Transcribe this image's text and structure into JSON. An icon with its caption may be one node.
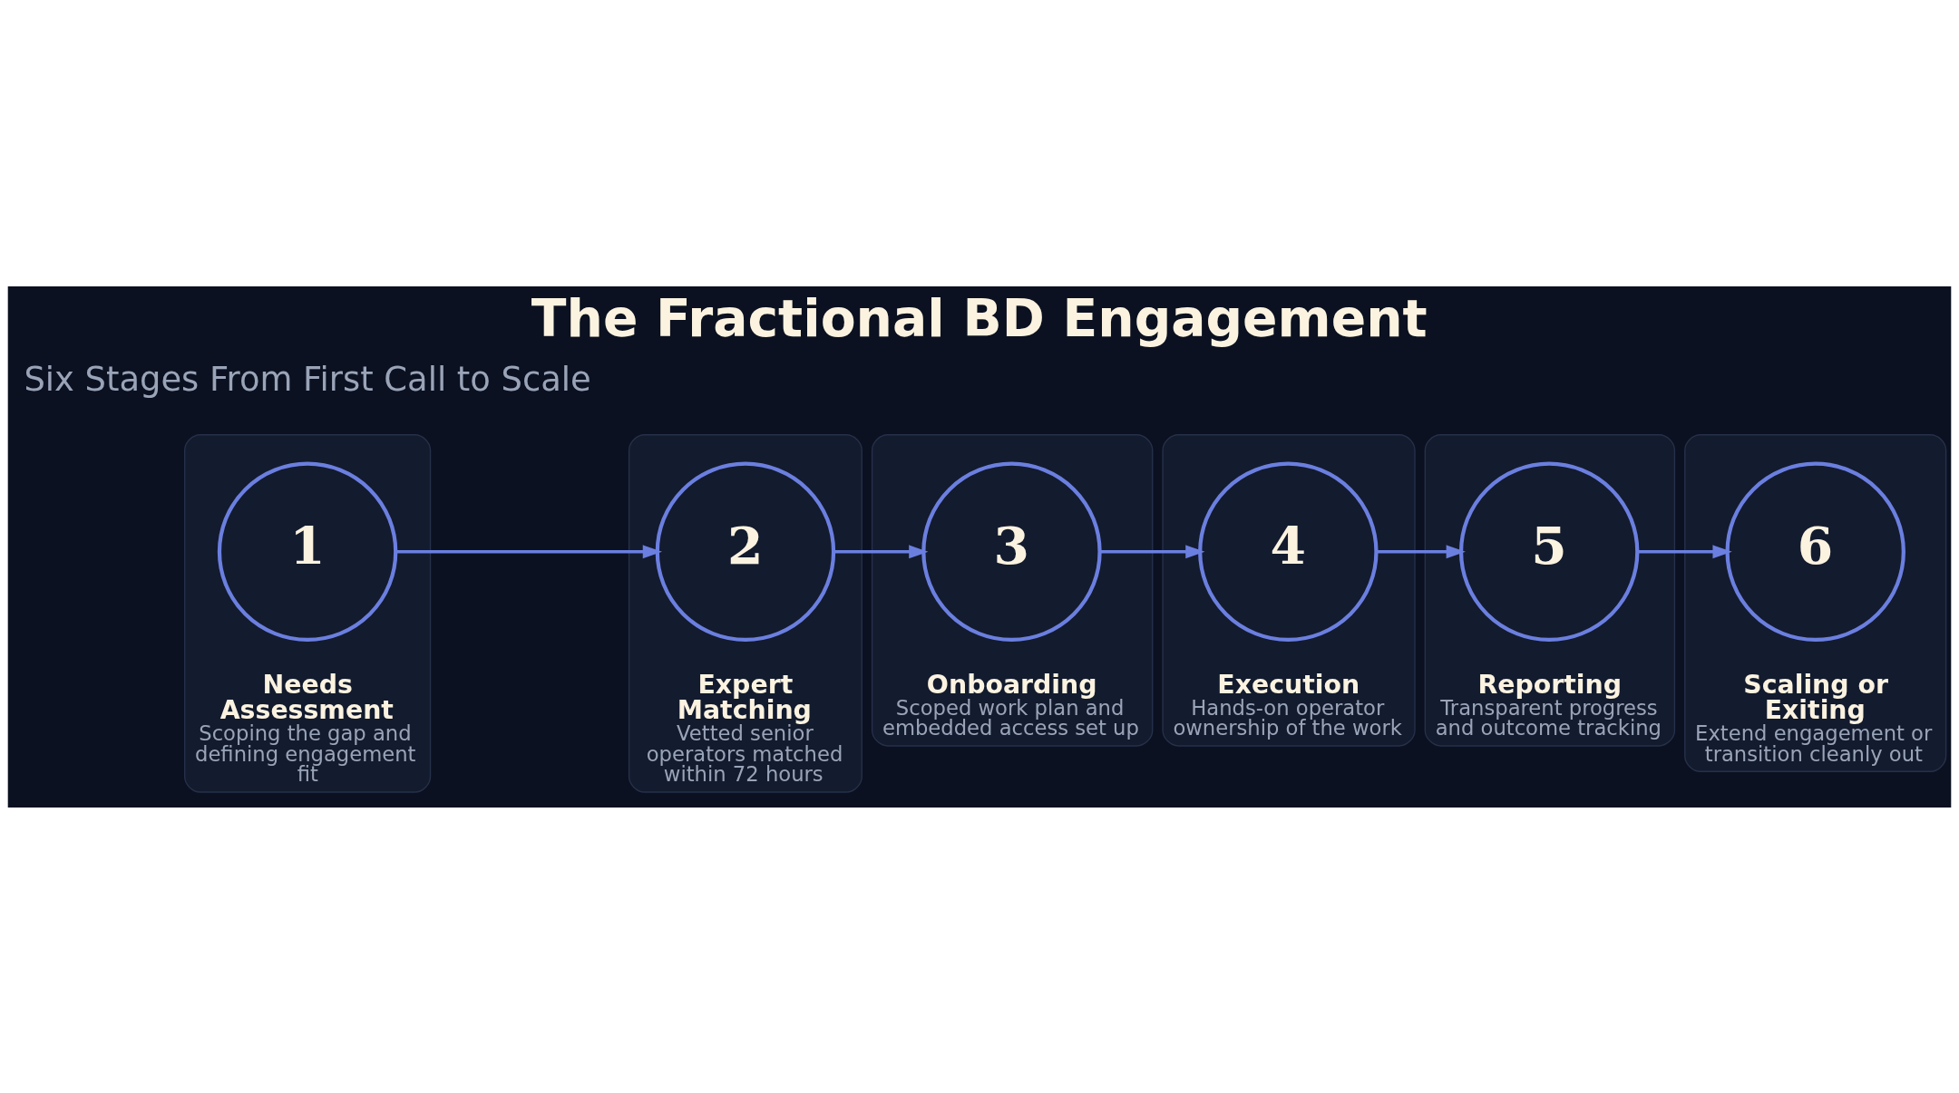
{
  "diagram": {
    "title": "The Fractional BD Engagement",
    "nodes": [
      {
        "text": [
          "Needs Assessment",
          "Scoping the gap and defining engagement fit"
        ]
      },
      {
        "text": [
          "1"
        ],
        "in": 0
      },
      {
        "text": [
          "Expert Matching",
          "Vetted senior operators matched within 72 hours"
        ]
      },
      {
        "text": [
          "2"
        ],
        "in": 2
      },
      {
        "text": [
          "Onboarding",
          "Scoped work plan and embedded access set up"
        ]
      },
      {
        "text": [
          "3"
        ],
        "in": 4
      },
      {
        "text": [
          "Execution",
          "Hands-on operator ownership of the work"
        ]
      },
      {
        "text": [
          "4"
        ],
        "in": 6
      },
      {
        "text": [
          "Reporting",
          "Transparent progress and outcome tracking"
        ]
      },
      {
        "text": [
          "5"
        ],
        "in": 8
      },
      {
        "text": [
          "Scaling or Exiting",
          "Extend engagement or transition cleanly out"
        ]
      },
      {
        "text": [
          "6"
        ],
        "in": 10
      }
    ],
    "edges": [
      {
        "from": 1,
        "to": 3,
        "arrow": "to"
      },
      {
        "from": 3,
        "to": 5,
        "arrow": "to"
      },
      {
        "from": 5,
        "to": 7,
        "arrow": "to"
      },
      {
        "from": 7,
        "to": 9,
        "arrow": "to"
      },
      {
        "from": 9,
        "to": 11,
        "arrow": "to"
      }
    ],
    "labels": [
      "Six Stages From First Call to Scale"
    ]
  }
}
